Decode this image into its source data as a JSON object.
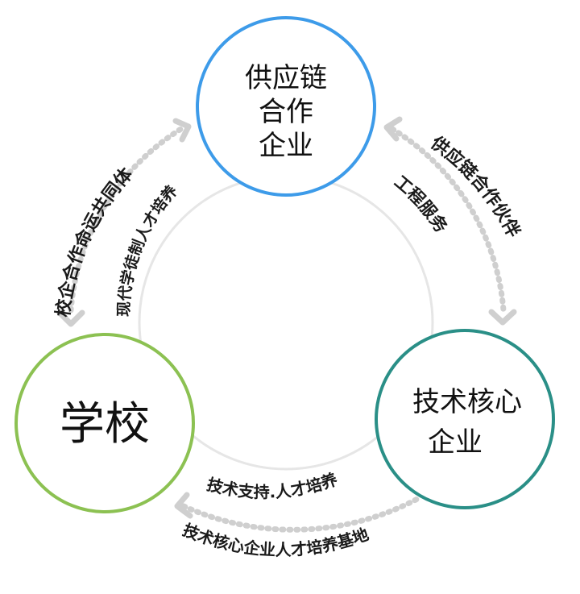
{
  "nodes": {
    "supply": {
      "lines": [
        "供应链",
        "合作",
        "企业"
      ],
      "color": "#3d9be9"
    },
    "school": {
      "lines": [
        "学校"
      ],
      "color": "#8cc152"
    },
    "tech": {
      "lines": [
        "技术核心",
        "企业"
      ],
      "color": "#2a8f87"
    }
  },
  "edges": {
    "school_supply_outer": "校企合作命运共同体",
    "school_supply_inner": "现代学徒制人才培养",
    "supply_tech_outer": "供应链合作伙伴",
    "supply_tech_inner": "工程服务",
    "tech_school_inner": "技术支持.人才培养",
    "tech_school_outer": "技术核心企业人才培养基地"
  },
  "colors": {
    "ring": "#e6e6e6",
    "arrow_dots": "#cfcfcf",
    "text": "#111111"
  }
}
